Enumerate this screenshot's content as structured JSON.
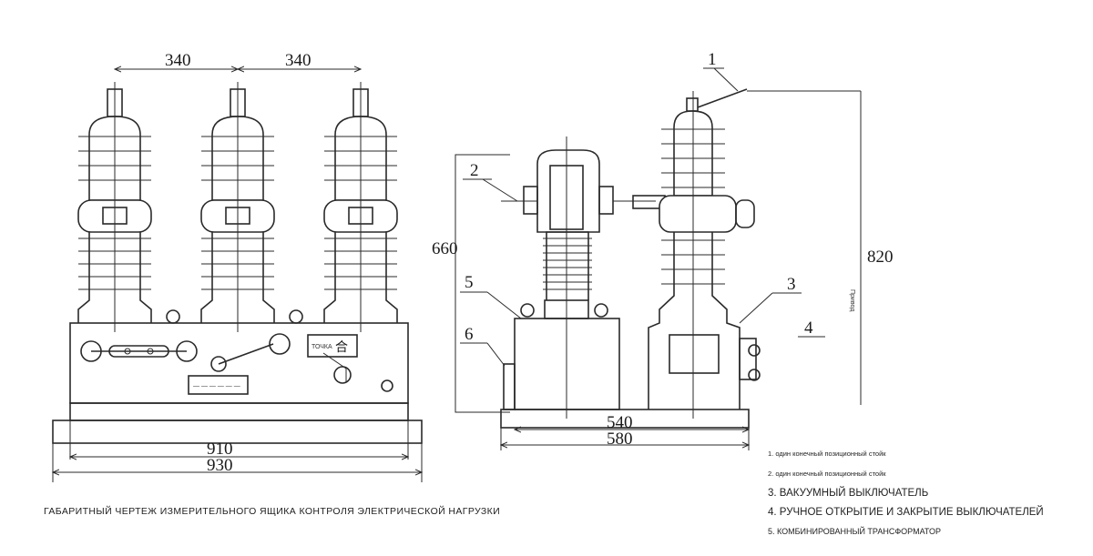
{
  "dimensions": {
    "pitch_left": "340",
    "pitch_right": "340",
    "width_910": "910",
    "width_930": "930",
    "height_660": "660",
    "height_820": "820",
    "base_540": "540",
    "base_580": "580"
  },
  "callouts": [
    "1",
    "2",
    "3",
    "4",
    "5",
    "6"
  ],
  "labels": {
    "panel_tag": "ТОЧКА",
    "panel_char": "合",
    "vertical_note": "Привод"
  },
  "caption": "ГАБАРИТНЫЙ ЧЕРТЕЖ ИЗМЕРИТЕЛЬНОГО ЯЩИКА КОНТРОЛЯ ЭЛЕКТРИЧЕСКОЙ НАГРУЗКИ",
  "legend": [
    "1. один конечный позиционный стойк",
    "2. один конечный позиционный стойк",
    "3. ВАКУУМНЫЙ ВЫКЛЮЧАТЕЛЬ",
    "4. РУЧНОЕ ОТКРЫТИЕ И ЗАКРЫТИЕ ВЫКЛЮЧАТЕЛЕЙ",
    "5. КОМБИНИРОВАННЫЙ ТРАНСФОРМАТОР"
  ]
}
